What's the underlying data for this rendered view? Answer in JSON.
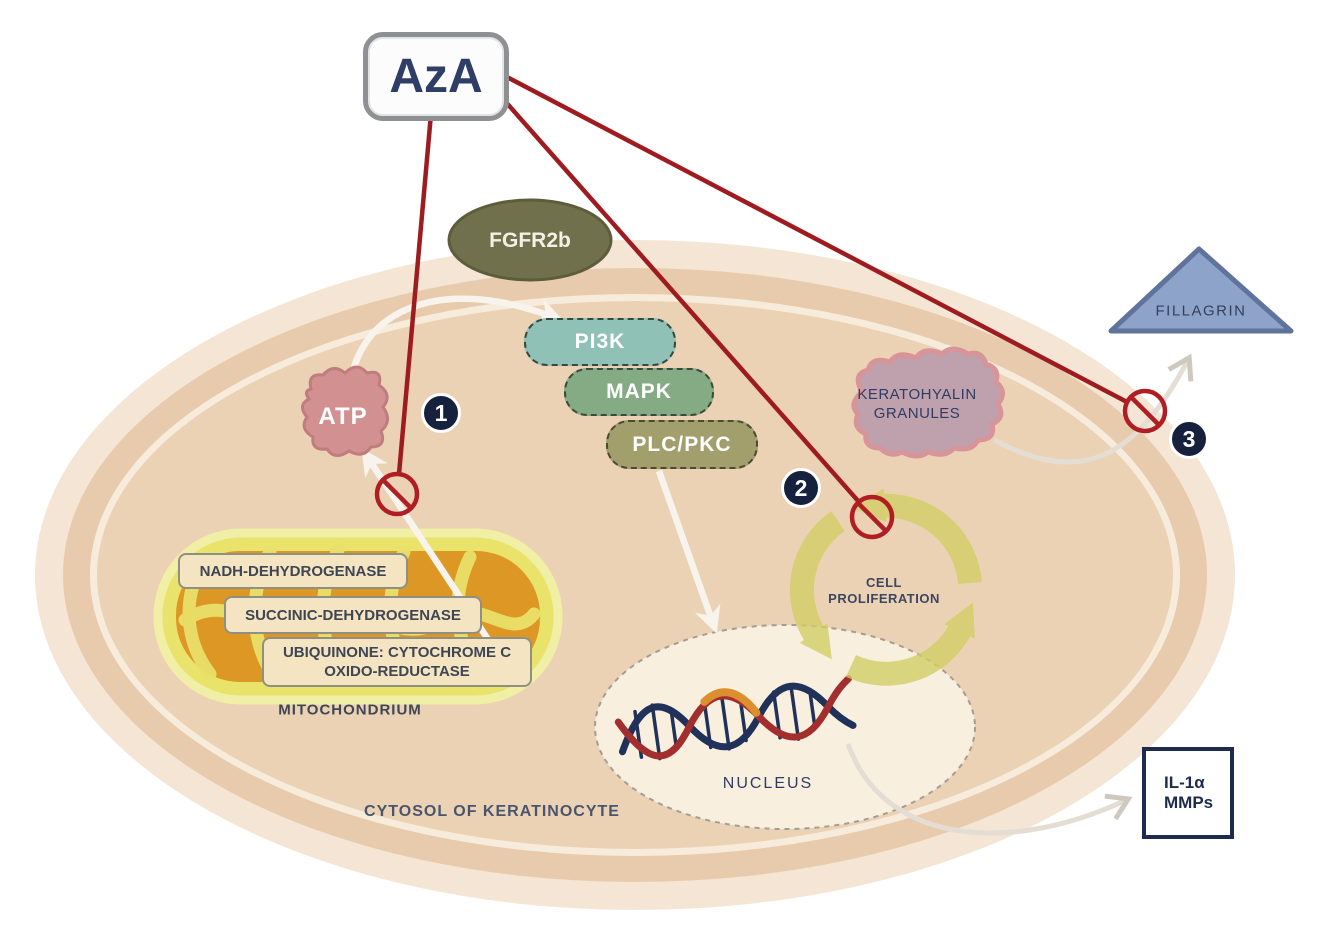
{
  "aza": {
    "label": "AzA"
  },
  "receptor": {
    "label": "FGFR2b"
  },
  "pathway": {
    "pi3k": "PI3K",
    "mapk": "MAPK",
    "plc_pkc": "PLC/PKC"
  },
  "atp": {
    "label": "ATP"
  },
  "badges": {
    "b1": "1",
    "b2": "2",
    "b3": "3"
  },
  "keratohyalin": {
    "line1": "KERATOHYALIN",
    "line2": "GRANULES"
  },
  "fillagrin": {
    "label": "FILLAGRIN"
  },
  "mitochondrium": {
    "enzyme1": "NADH-DEHYDROGENASE",
    "enzyme2": "SUCCINIC-DEHYDROGENASE",
    "enzyme3_line1": "UBIQUINONE: CYTOCHROME C",
    "enzyme3_line2": "OXIDO-REDUCTASE",
    "label": "MITOCHONDRIUM"
  },
  "cell_proliferation": {
    "line1": "CELL",
    "line2": "PROLIFERATION"
  },
  "nucleus": {
    "label": "NUCLEUS"
  },
  "cytosol": {
    "label": "CYTOSOL OF KERATINOCYTE"
  },
  "secretion_box": {
    "line1": "IL-1α",
    "line2": "MMPs"
  },
  "colors": {
    "inhibition_red": "#9e1c20",
    "prohibition_red": "#b01e23",
    "badge_navy": "#15213d",
    "cytosol_tan": "#ecd2b5",
    "membrane_tan": "#e8cbad",
    "membrane_pale": "#f4e5d5",
    "mito_orange": "#dd9724",
    "mito_yellow": "#e9e26b",
    "proliferation_ring": "#d2ce66",
    "atp_pink": "#d29090",
    "keratohyalin_mauve": "#bfa0ad",
    "fillagrin_blue": "#8ea3c9",
    "receptor_olive": "#70704c",
    "pi3k_teal": "#8fc1b7",
    "mapk_green": "#85ab84",
    "plc_pkc_olive": "#a29f6d"
  }
}
